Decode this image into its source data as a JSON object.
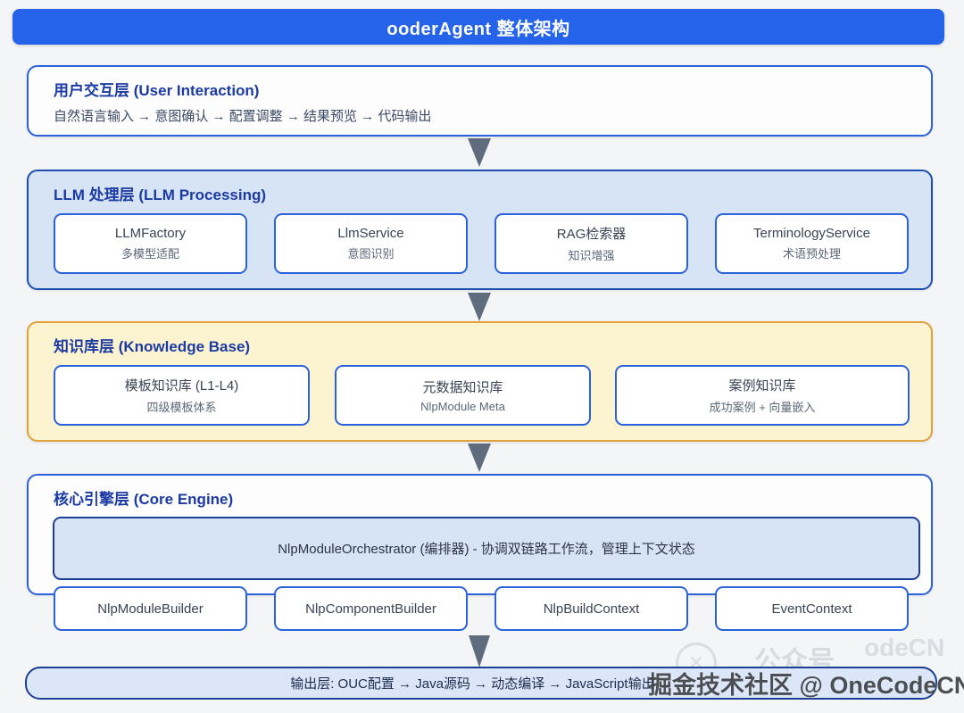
{
  "page": {
    "title": "ooderAgent 整体架构"
  },
  "layers": {
    "user_interaction": {
      "title": "用户交互层 (User Interaction)",
      "flow": "自然语言输入 → 意图确认 → 配置调整 → 结果预览 → 代码输出"
    },
    "llm_processing": {
      "title": "LLM 处理层 (LLM Processing)",
      "boxes": [
        {
          "name": "LLMFactory",
          "desc": "多模型适配"
        },
        {
          "name": "LlmService",
          "desc": "意图识别"
        },
        {
          "name": "RAG检索器",
          "desc": "知识增强"
        },
        {
          "name": "TerminologyService",
          "desc": "术语预处理"
        }
      ]
    },
    "knowledge_base": {
      "title": "知识库层 (Knowledge Base)",
      "boxes": [
        {
          "name": "模板知识库 (L1-L4)",
          "desc": "四级模板体系"
        },
        {
          "name": "元数据知识库",
          "desc": "NlpModule Meta"
        },
        {
          "name": "案例知识库",
          "desc": "成功案例 + 向量嵌入"
        }
      ]
    },
    "core_engine": {
      "title": "核心引擎层 (Core Engine)",
      "orchestrator": "NlpModuleOrchestrator (编排器) - 协调双链路工作流，管理上下文状态",
      "boxes": [
        {
          "name": "NlpModuleBuilder"
        },
        {
          "name": "NlpComponentBuilder"
        },
        {
          "name": "NlpBuildContext"
        },
        {
          "name": "EventContext"
        }
      ]
    },
    "output_layer": {
      "text": "输出层: OUC配置 → Java源码 → 动态编译 → JavaScript输出 →"
    }
  },
  "watermark": {
    "main": "掘金技术社区 @ OneCodeCN",
    "ghost_left": "公众号",
    "ghost_right": "odeCN",
    "ghost_circle_glyph": "✕"
  },
  "colors": {
    "header_bg": "#2563eb",
    "layer_border_blue": "#2b62d9",
    "llm_layer_bg": "#d7e4f6",
    "llm_layer_border": "#1d4fae",
    "knowledge_bg": "#fcf3d0",
    "knowledge_border": "#e1a23c",
    "navy_border": "#1b3f94",
    "output_bar_bg": "#dbe6f8",
    "arrow": "#5e6c7e",
    "layer_title_text": "#1c3ba2"
  }
}
